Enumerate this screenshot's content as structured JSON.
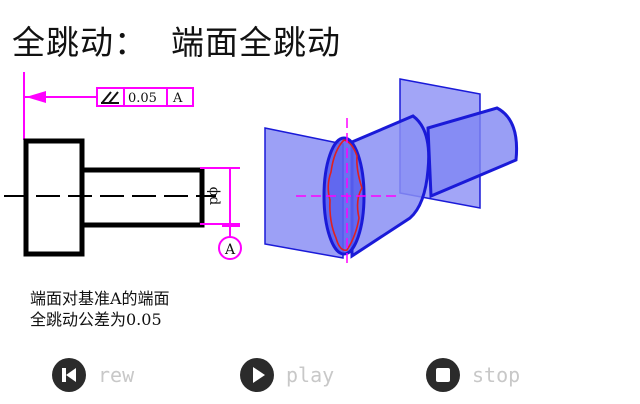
{
  "title": "全跳动：  端面全跳动",
  "drawing": {
    "tolerance_frame": {
      "symbol": "total-runout",
      "value": "0.05",
      "datum": "A"
    },
    "diameter_label": "ϕd",
    "datum_label": "A",
    "colors": {
      "annotation": "#ff00ff",
      "outline": "#000000",
      "part_fill": "#7f86f2",
      "part_edge": "#1a1ad8",
      "runout_curve": "#e02020"
    }
  },
  "description": {
    "line1": "端面对基准A的端面",
    "line2": "全跳动公差为0.05"
  },
  "controls": {
    "rew": "rew",
    "play": "play",
    "stop": "stop"
  }
}
